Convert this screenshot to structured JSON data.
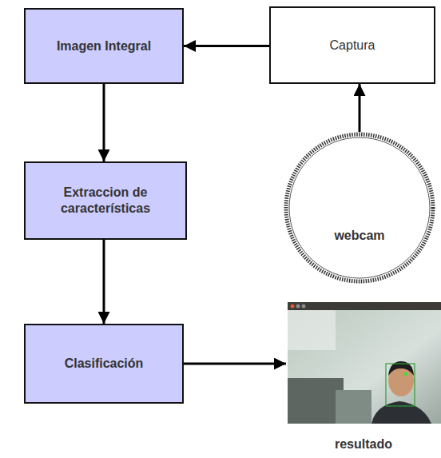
{
  "diagram": {
    "nodes": [
      {
        "text": [
          "Imagen Integral"
        ]
      },
      {
        "text": [
          "Captura"
        ]
      },
      {
        "text": [
          "Extraccion de características"
        ]
      },
      {
        "text": [
          "webcam"
        ]
      },
      {
        "text": [
          "Clasificación"
        ]
      },
      {
        "text": [
          "resultado"
        ]
      }
    ],
    "edges": [
      {
        "from": 1,
        "to": 0,
        "arrow": "to"
      },
      {
        "from": 3,
        "to": 1,
        "arrow": "to"
      },
      {
        "from": 0,
        "to": 2,
        "arrow": "to"
      },
      {
        "from": 2,
        "to": 4,
        "arrow": "to"
      },
      {
        "from": 4,
        "to": 5,
        "arrow": "to"
      }
    ]
  }
}
